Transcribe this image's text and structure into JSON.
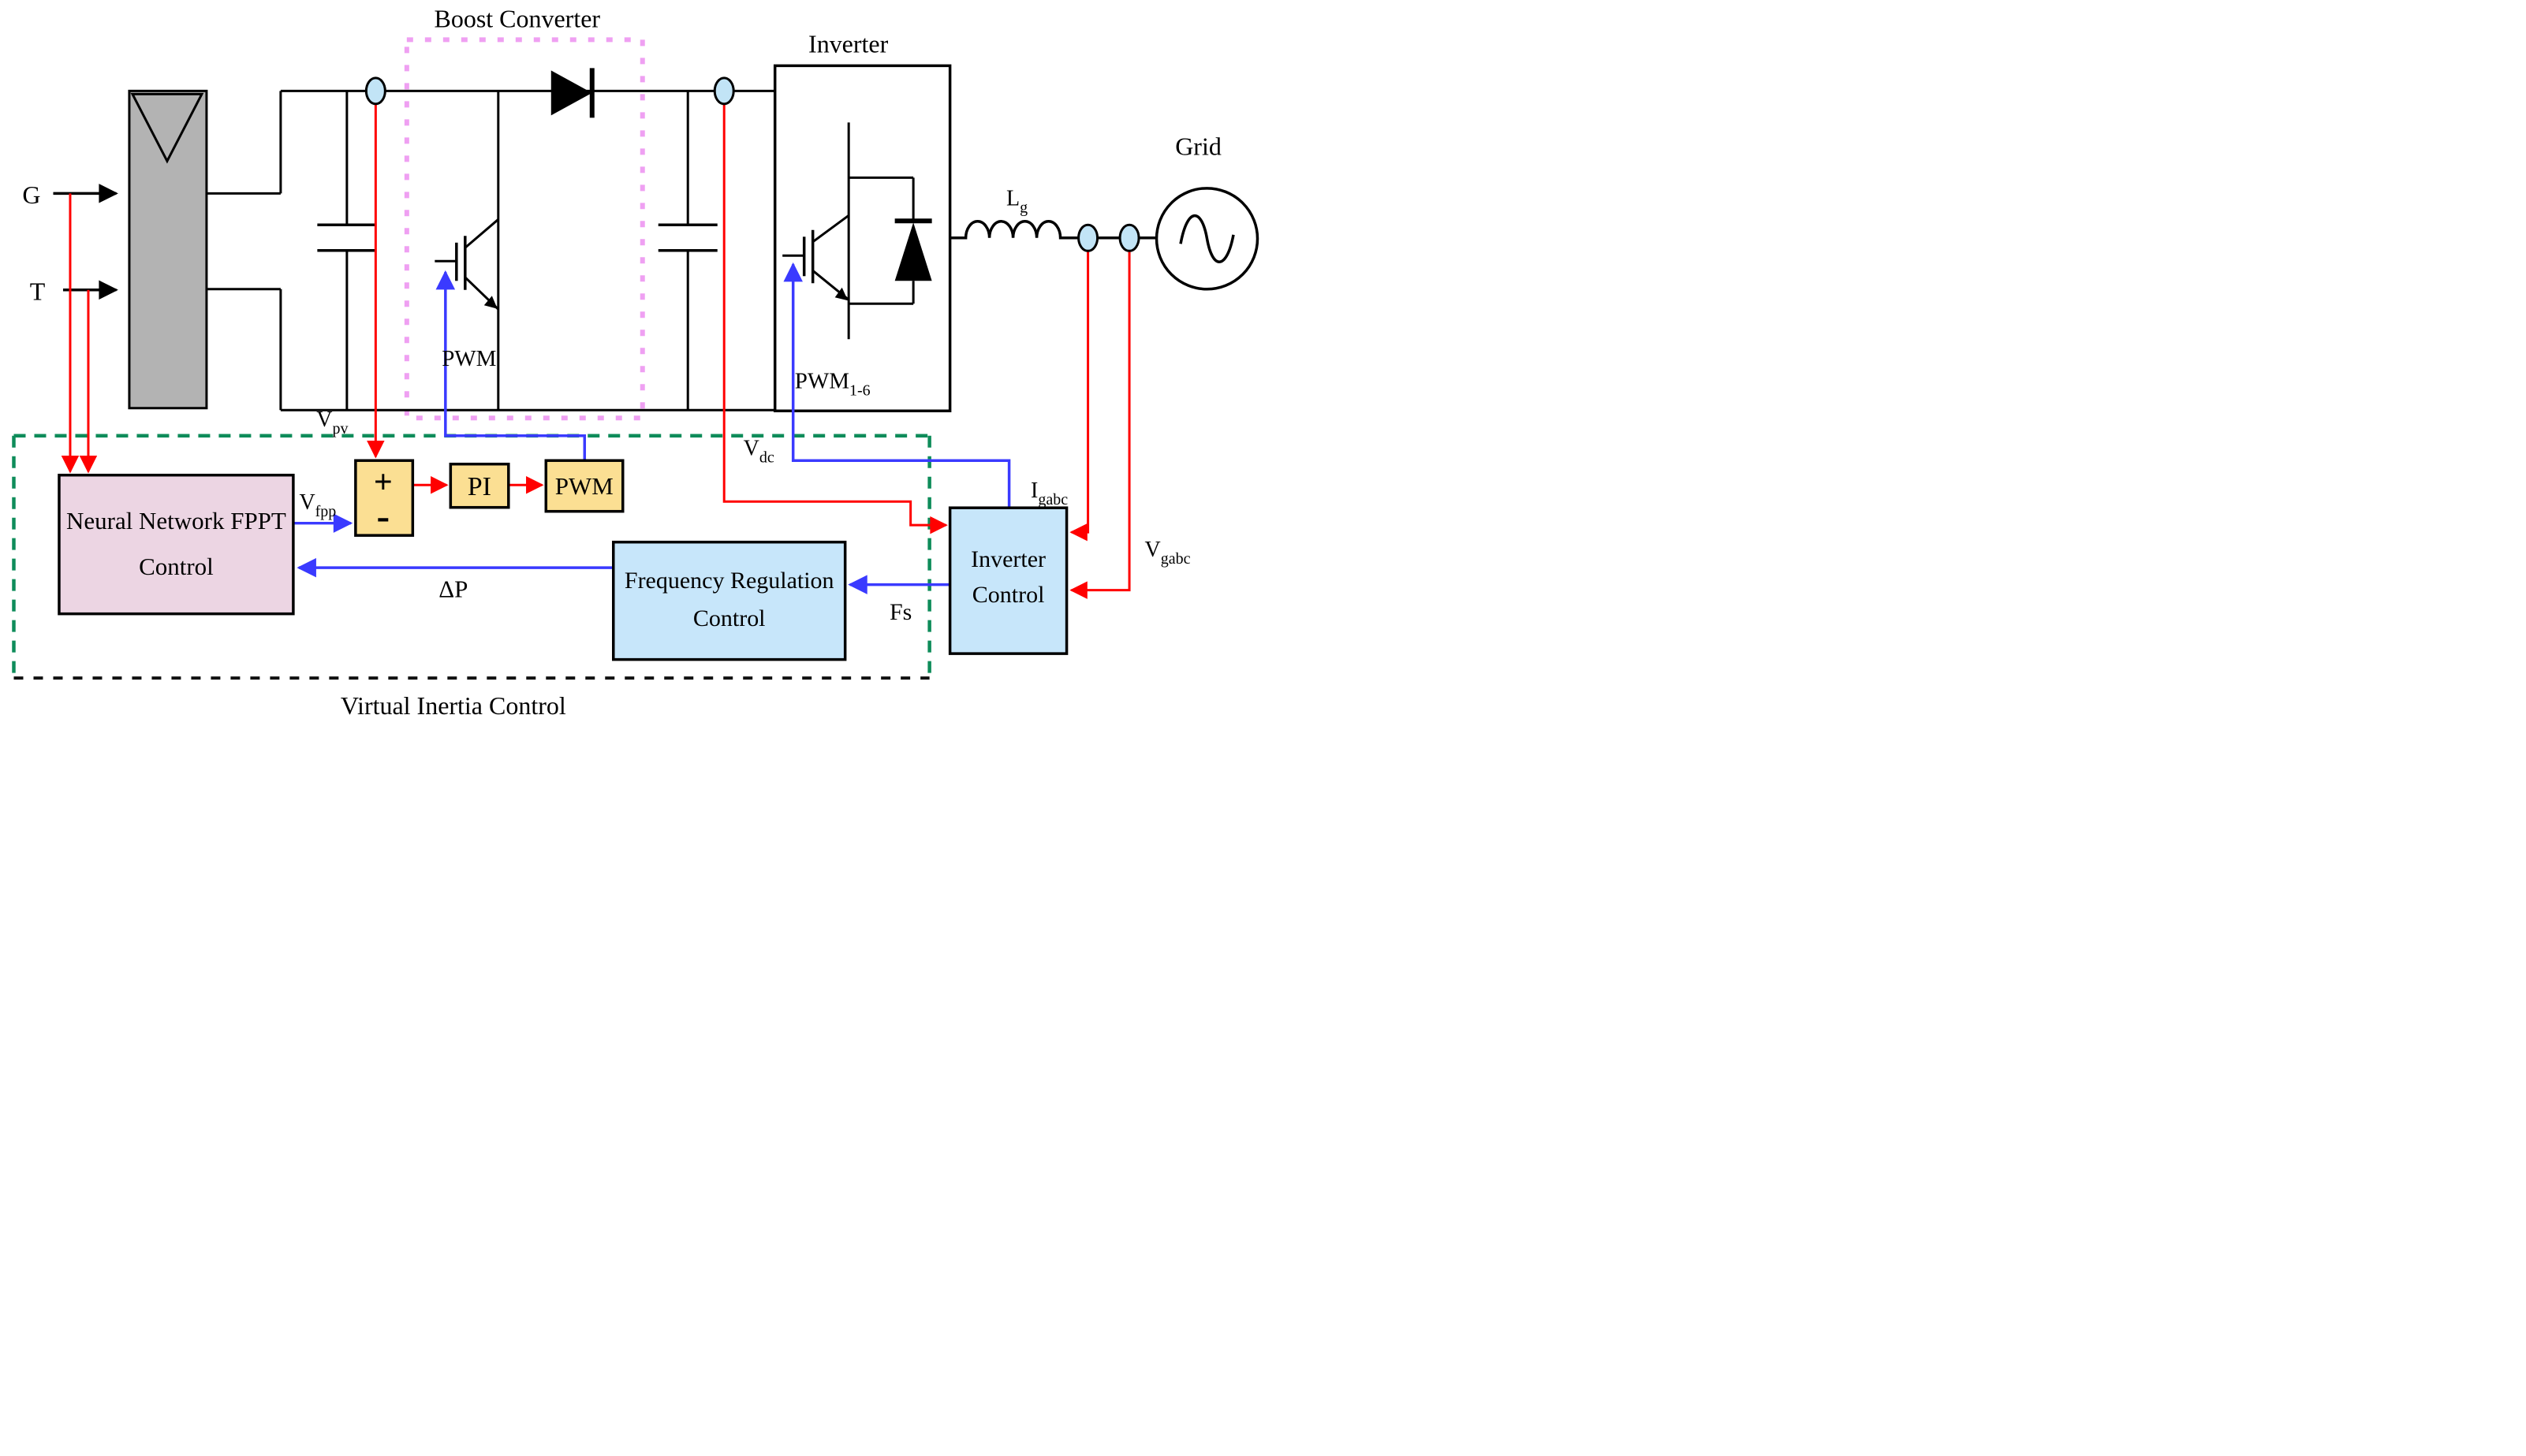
{
  "figure": {
    "section_labels": {
      "boost_converter": "Boost Converter",
      "inverter": "Inverter",
      "grid": "Grid",
      "virtual_inertia_control": "Virtual Inertia Control"
    },
    "inputs": {
      "irradiance": "G",
      "temperature": "T"
    },
    "signal_labels": {
      "vpv": {
        "main": "V",
        "sub": "pv"
      },
      "vfpp": {
        "main": "V",
        "sub": "fpp"
      },
      "vdc": {
        "main": "V",
        "sub": "dc"
      },
      "igabc": {
        "main": "I",
        "sub": "gabc"
      },
      "vgabc": {
        "main": "V",
        "sub": "gabc"
      },
      "lg": {
        "main": "L",
        "sub": "g"
      },
      "pwm_1_6": {
        "main": "PWM",
        "sub": "1-6"
      },
      "pwm_gate": "PWM",
      "delta_p": "ΔP",
      "fs": "Fs"
    },
    "blocks": {
      "neural_network": {
        "line1": "Neural Network FPPT",
        "line2": "Control"
      },
      "summing": {
        "plus": "+",
        "minus": "-"
      },
      "pi": "PI",
      "pwm": "PWM",
      "frequency_regulation": {
        "line1": "Frequency Regulation",
        "line2": "Control"
      },
      "inverter_control": {
        "line1": "Inverter",
        "line2": "Control"
      }
    },
    "colors": {
      "red_signal": "#FF0000",
      "blue_signal": "#3A3AFF",
      "green_dashed": "#0E8C5A",
      "violet_dotted": "#EFA0F2",
      "pv_panel_fill": "#B3B3B3",
      "node_fill": "#C2E4F6",
      "neural_network_fill": "#ECD5E3",
      "math_block_fill": "#FBDF93",
      "control_block_fill": "#C7E6FA",
      "background": "#FFFFFF"
    }
  }
}
